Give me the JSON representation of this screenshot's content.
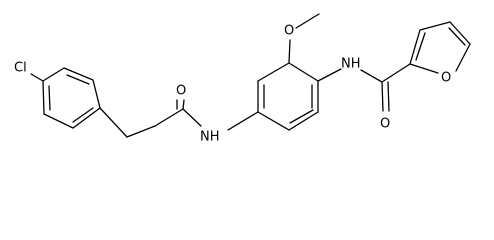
{
  "atom_labels": {
    "chlorine": "Cl",
    "amide_nh_left": "NH",
    "amide_o_left": "O",
    "methoxy_o": "O",
    "amide_nh_right": "NH",
    "amide_o_right": "O",
    "furan_o": "O"
  }
}
